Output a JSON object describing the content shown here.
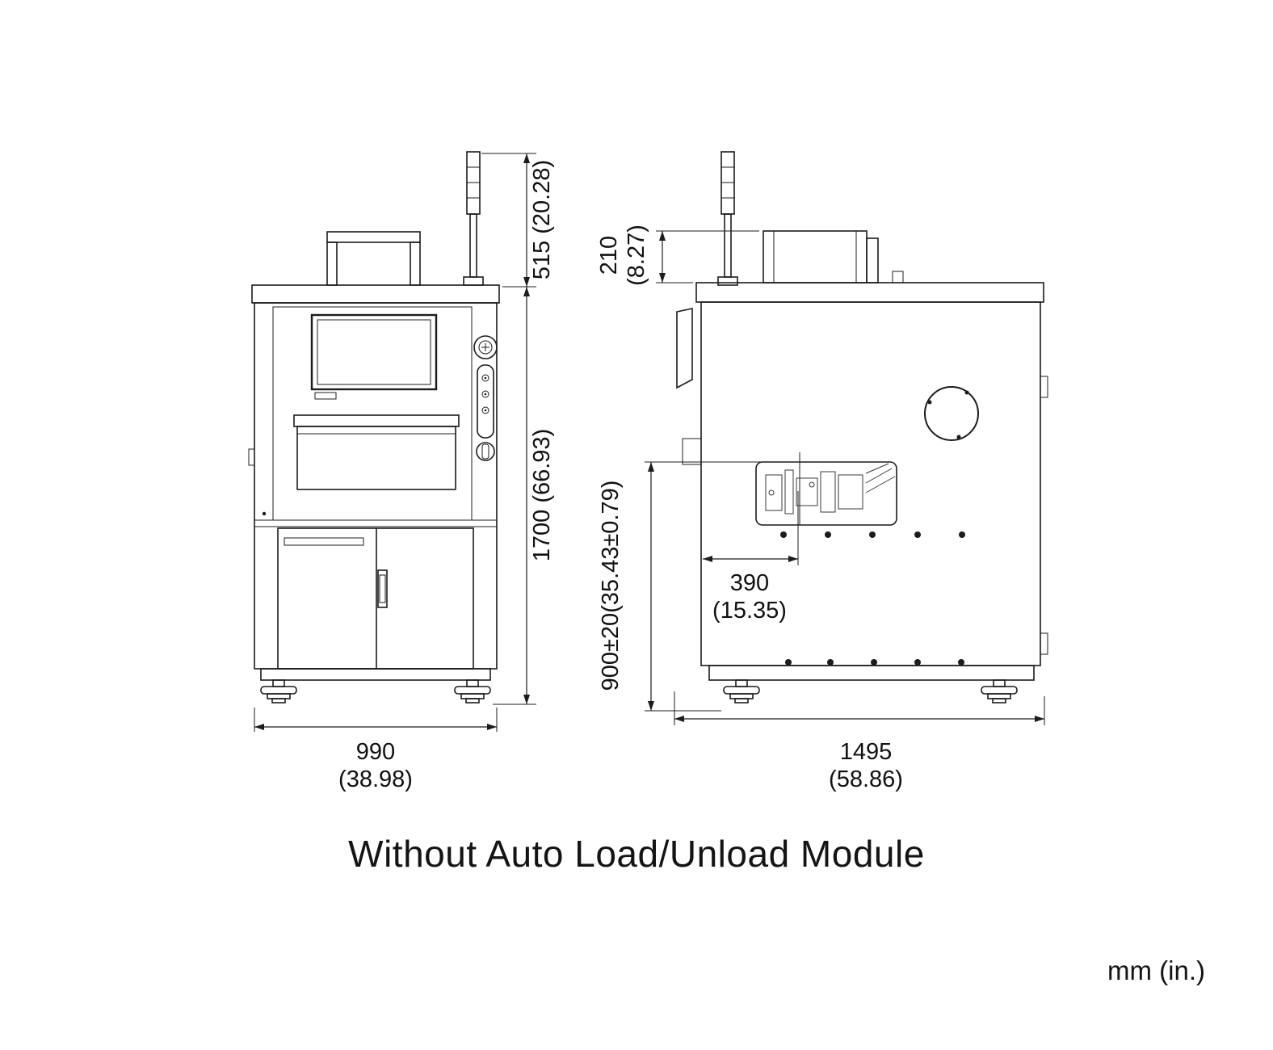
{
  "caption": "Without Auto Load/Unload Module",
  "units_label": "mm (in.)",
  "front_view": {
    "dim_top_height": "515 (20.28)",
    "dim_total_height": "1700 (66.93)",
    "dim_width_mm": "990",
    "dim_width_in": "(38.98)"
  },
  "side_view": {
    "dim_tower_offset_mm": "210",
    "dim_tower_offset_in": "(8.27)",
    "dim_floor_height": "900±20(35.43±0.79)",
    "dim_port_offset_mm": "390",
    "dim_port_offset_in": "(15.35)",
    "dim_depth_mm": "1495",
    "dim_depth_in": "(58.86)"
  }
}
